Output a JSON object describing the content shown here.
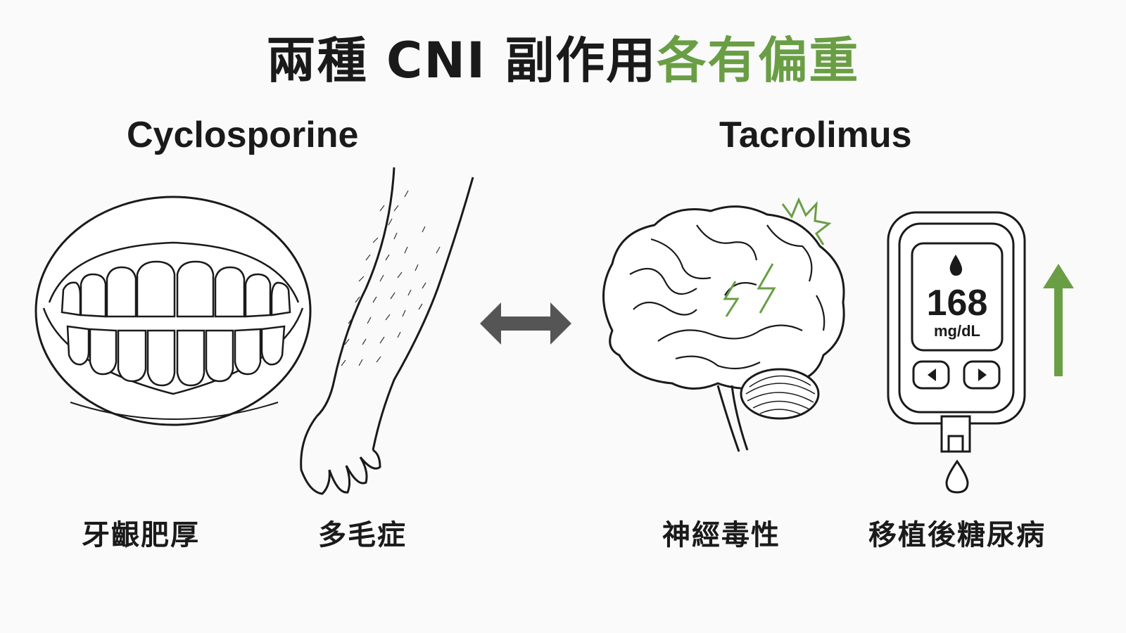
{
  "title": {
    "main": "兩種 CNI 副作用",
    "accent": "各有偏重"
  },
  "left": {
    "drug": "Cyclosporine",
    "effects": [
      "牙齦肥厚",
      "多毛症"
    ]
  },
  "right": {
    "drug": "Tacrolimus",
    "effects": [
      "神經毒性",
      "移植後糖尿病"
    ]
  },
  "meter": {
    "value": "168",
    "unit": "mg/dL"
  },
  "colors": {
    "accent": "#6a9e45",
    "ink": "#1a1a1a",
    "arrow": "#555555"
  },
  "icons": [
    "gum-mouth-icon",
    "hairy-arm-icon",
    "double-arrow-icon",
    "brain-icon",
    "lightning-icon",
    "glucose-meter-icon",
    "blood-drop-icon",
    "up-arrow-icon"
  ]
}
